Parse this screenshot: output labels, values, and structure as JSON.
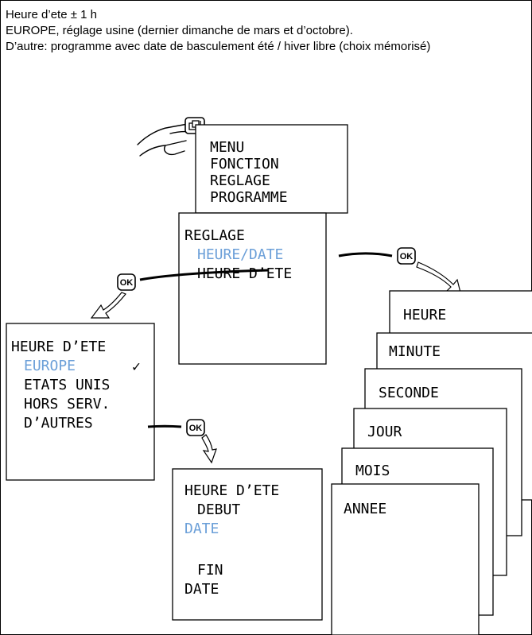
{
  "header": {
    "line1": "Heure d’ete ± 1 h",
    "line2": "EUROPE, réglage usine (dernier dimanche de mars et d’octobre).",
    "line3": "D’autre: programme avec date de basculement été / hiver libre (choix mémorisé)"
  },
  "menu_screen": {
    "lines": [
      "MENU",
      "FONCTION",
      "REGLAGE",
      "PROGRAMME"
    ]
  },
  "reglage_screen": {
    "lines": [
      "REGLAGE",
      "HEURE/DATE",
      "HEURE D’ETE"
    ],
    "selected_index": 1
  },
  "heure_ete_screen": {
    "lines": [
      "HEURE D’ETE",
      "EUROPE",
      "ETATS UNIS",
      "HORS SERV.",
      "D’AUTRES"
    ],
    "selected_index": 1,
    "checkmark": "✓"
  },
  "autres_screen": {
    "lines": [
      "HEURE D’ETE",
      "DEBUT",
      "DATE",
      "FIN",
      "DATE"
    ],
    "selected_index": 2
  },
  "date_stack": {
    "cards": [
      "HEURE",
      "MINUTE",
      "SECONDE",
      "JOUR",
      "MOIS",
      "ANNEE"
    ]
  },
  "ok_button": {
    "label": "OK"
  },
  "colors": {
    "highlight": "#6b9fd8",
    "line": "#000000"
  }
}
